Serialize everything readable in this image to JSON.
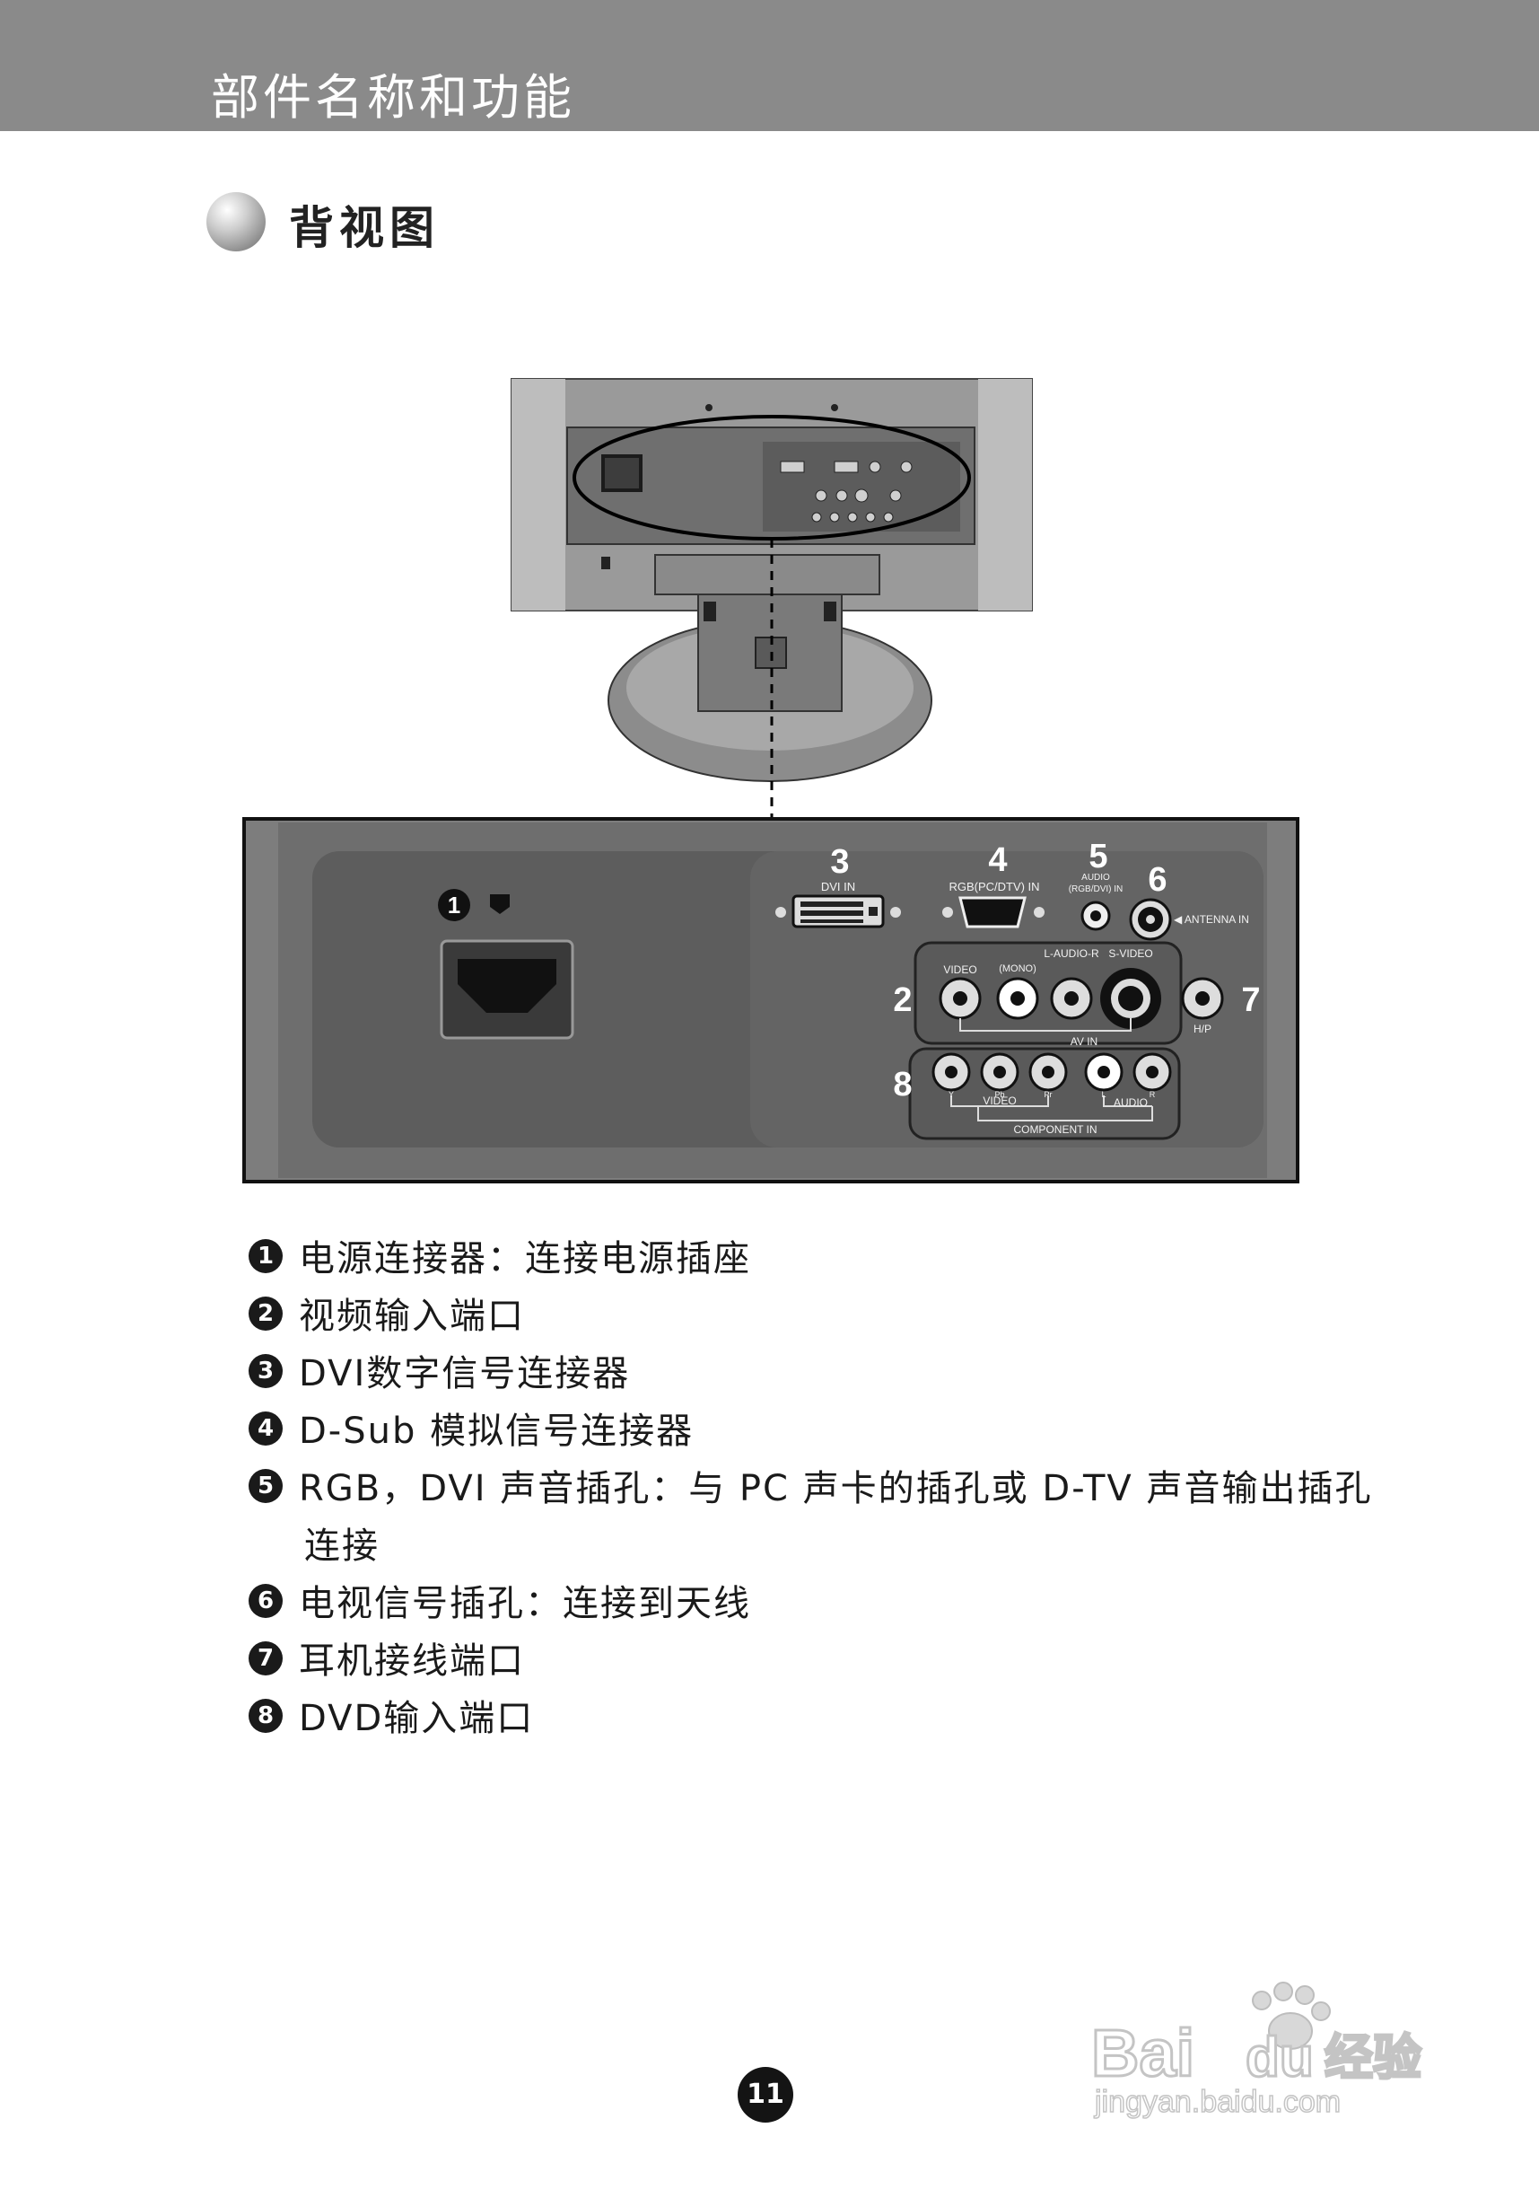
{
  "header": {
    "title": "部件名称和功能"
  },
  "section": {
    "title": "背视图"
  },
  "figure": {
    "power_label": "1",
    "numbers": [
      "2",
      "3",
      "4",
      "5",
      "6",
      "7",
      "8"
    ],
    "port_labels": {
      "dvi_in": "DVI IN",
      "rgb_in": "RGB(PC/DTV) IN",
      "audio_1": "AUDIO",
      "audio_2": "(RGB/DVI) IN",
      "antenna_in": "◀ ANTENNA IN",
      "audio_lr": "L-AUDIO-R",
      "s_video": "S-VIDEO",
      "video": "VIDEO",
      "mono": "(MONO)",
      "av_in": "AV IN",
      "hp": "H/P",
      "component_video": "VIDEO",
      "component_audio": "AUDIO",
      "component_in": "COMPONENT IN",
      "comp_y": "Y",
      "comp_pb": "Pb",
      "comp_pr": "Pr",
      "comp_l": "L",
      "comp_r": "R"
    }
  },
  "legend": [
    {
      "num": "1",
      "text": "电源连接器：连接电源插座"
    },
    {
      "num": "2",
      "text": "视频输入端口"
    },
    {
      "num": "3",
      "text": "DVI数字信号连接器"
    },
    {
      "num": "4",
      "text": "D-Sub 模拟信号连接器"
    },
    {
      "num": "5",
      "text": "RGB，DVI 声音插孔：与 PC 声卡的插孔或 D-TV 声音输出插孔",
      "cont": "连接"
    },
    {
      "num": "6",
      "text": "电视信号插孔：连接到天线"
    },
    {
      "num": "7",
      "text": "耳机接线端口"
    },
    {
      "num": "8",
      "text": "DVD输入端口"
    }
  ],
  "page_number": "11",
  "watermark": {
    "brand": "Bai",
    "brand2": "du",
    "suffix": "经验",
    "url": "jingyan.baidu.com"
  }
}
